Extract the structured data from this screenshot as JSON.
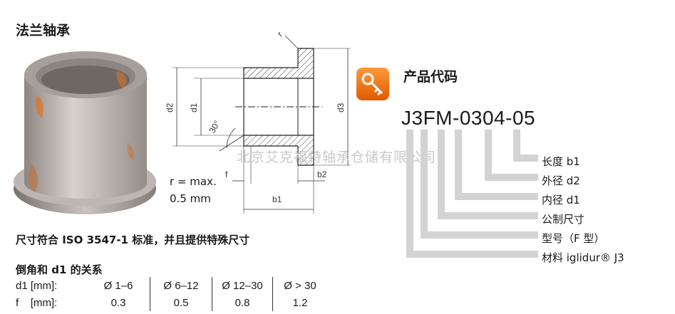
{
  "title": "法兰轴承",
  "drawing": {
    "labels": {
      "d2": "d2",
      "d1": "d1",
      "d3": "d3",
      "r": "r",
      "angle": "30°",
      "f": "f",
      "b2": "b2",
      "b1": "b1"
    },
    "rmax_line1": "r = max.",
    "rmax_line2": "0.5 mm"
  },
  "note": "尺寸符合 ISO 3547-1 标准，并且提供特殊尺寸",
  "product": {
    "title": "产品代码",
    "part_number": "J3FM-0304-05",
    "icon": "key-icon",
    "legend": [
      "长度 b1",
      "外径 d2",
      "内径 d1",
      "公制尺寸",
      "型号（F 型）",
      "材料 iglidur® J3"
    ]
  },
  "watermark": "北京艾克福特轴承仓储有限公司",
  "relation": {
    "title": "倒角和 d1 的关系",
    "rows": [
      {
        "label": "d1 [mm]:",
        "cells": [
          "Ø 1–6",
          "Ø 6–12",
          "Ø 12–30",
          "Ø > 30"
        ]
      },
      {
        "label": "f    [mm]:",
        "cells": [
          "0.3",
          "0.5",
          "0.8",
          "1.2"
        ]
      }
    ]
  },
  "colors": {
    "key_orange": "#f07a10",
    "legend_gray": "#d3d3d3",
    "bearing_gray": "#b9b2ae"
  }
}
